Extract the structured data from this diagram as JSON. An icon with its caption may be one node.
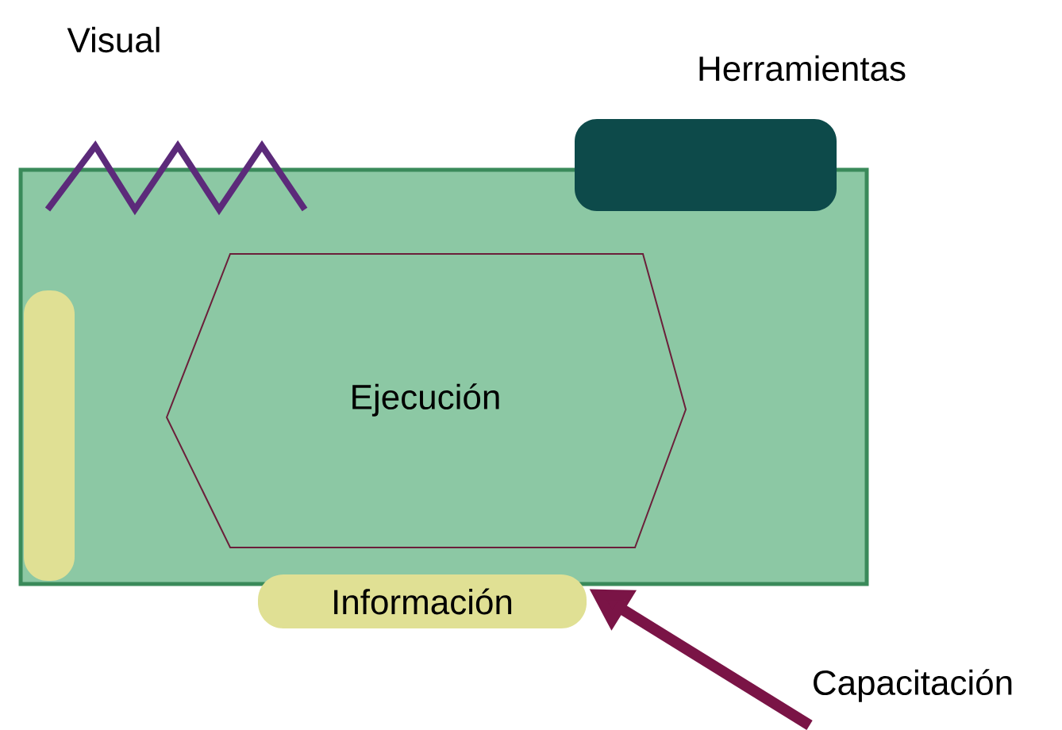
{
  "diagram": {
    "nodes": [
      {
        "text": [],
        "shape": "box"
      },
      {
        "text": [
          "Herramientas"
        ]
      },
      {
        "text": [],
        "shape": "bar",
        "in": 0
      },
      {
        "text": [
          "Ejecución"
        ],
        "in": 0
      },
      {
        "text": [
          "Información"
        ]
      },
      {
        "text": [
          "Capacitación"
        ]
      }
    ],
    "edges": [
      {
        "from": 5,
        "to": 4,
        "arrow": "to"
      }
    ],
    "labels": [
      "Visual"
    ]
  }
}
